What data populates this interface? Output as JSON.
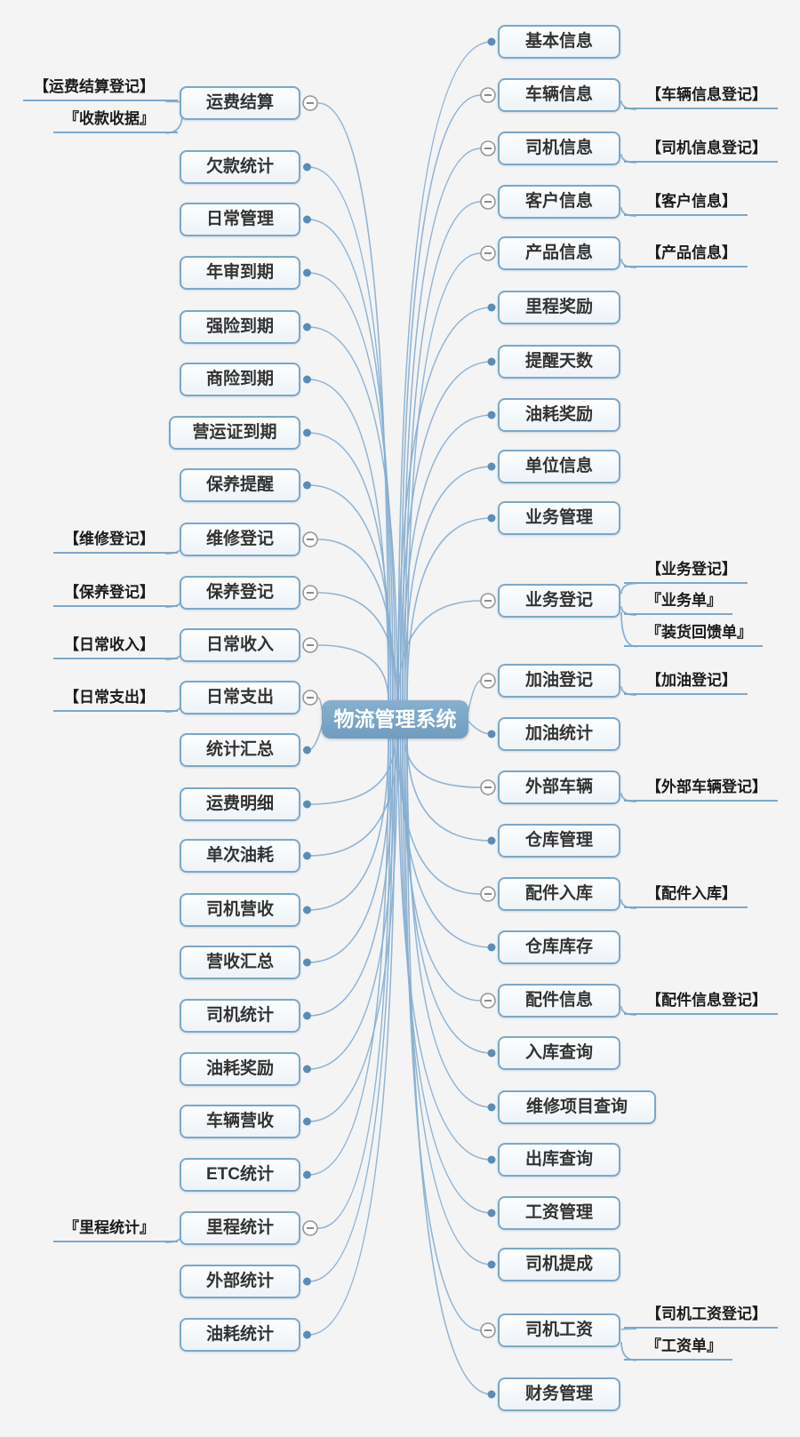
{
  "root": {
    "label": "物流管理系统"
  },
  "left_nodes": [
    {
      "label": "运费结算",
      "connector": "minus",
      "children": [
        "【运费结算登记】",
        "『收款收据』"
      ]
    },
    {
      "label": "欠款统计",
      "connector": "dot"
    },
    {
      "label": "日常管理",
      "connector": "dot"
    },
    {
      "label": "年审到期",
      "connector": "dot"
    },
    {
      "label": "强险到期",
      "connector": "dot"
    },
    {
      "label": "商险到期",
      "connector": "dot"
    },
    {
      "label": "营运证到期",
      "connector": "dot"
    },
    {
      "label": "保养提醒",
      "connector": "dot"
    },
    {
      "label": "维修登记",
      "connector": "minus",
      "children": [
        "【维修登记】"
      ]
    },
    {
      "label": "保养登记",
      "connector": "minus",
      "children": [
        "【保养登记】"
      ]
    },
    {
      "label": "日常收入",
      "connector": "minus",
      "children": [
        "【日常收入】"
      ]
    },
    {
      "label": "日常支出",
      "connector": "minus",
      "children": [
        "【日常支出】"
      ]
    },
    {
      "label": "统计汇总",
      "connector": "dot"
    },
    {
      "label": "运费明细",
      "connector": "dot"
    },
    {
      "label": "单次油耗",
      "connector": "dot"
    },
    {
      "label": "司机营收",
      "connector": "dot"
    },
    {
      "label": "营收汇总",
      "connector": "dot"
    },
    {
      "label": "司机统计",
      "connector": "dot"
    },
    {
      "label": "油耗奖励",
      "connector": "dot"
    },
    {
      "label": "车辆营收",
      "connector": "dot"
    },
    {
      "label": "ETC统计",
      "connector": "dot"
    },
    {
      "label": "里程统计",
      "connector": "minus",
      "children": [
        "『里程统计』"
      ]
    },
    {
      "label": "外部统计",
      "connector": "dot"
    },
    {
      "label": "油耗统计",
      "connector": "dot"
    }
  ],
  "right_nodes": [
    {
      "label": "基本信息",
      "connector": "dot"
    },
    {
      "label": "车辆信息",
      "connector": "minus",
      "children": [
        "【车辆信息登记】"
      ]
    },
    {
      "label": "司机信息",
      "connector": "minus",
      "children": [
        "【司机信息登记】"
      ]
    },
    {
      "label": "客户信息",
      "connector": "minus",
      "children": [
        "【客户信息】"
      ]
    },
    {
      "label": "产品信息",
      "connector": "minus",
      "children": [
        "【产品信息】"
      ]
    },
    {
      "label": "里程奖励",
      "connector": "dot"
    },
    {
      "label": "提醒天数",
      "connector": "dot"
    },
    {
      "label": "油耗奖励",
      "connector": "dot"
    },
    {
      "label": "单位信息",
      "connector": "dot"
    },
    {
      "label": "业务管理",
      "connector": "dot"
    },
    {
      "label": "业务登记",
      "connector": "minus",
      "children": [
        "【业务登记】",
        "『业务单』",
        "『装货回馈单』"
      ]
    },
    {
      "label": "加油登记",
      "connector": "minus",
      "children": [
        "【加油登记】"
      ]
    },
    {
      "label": "加油统计",
      "connector": "dot"
    },
    {
      "label": "外部车辆",
      "connector": "minus",
      "children": [
        "【外部车辆登记】"
      ]
    },
    {
      "label": "仓库管理",
      "connector": "dot"
    },
    {
      "label": "配件入库",
      "connector": "minus",
      "children": [
        "【配件入库】"
      ]
    },
    {
      "label": "仓库库存",
      "connector": "dot"
    },
    {
      "label": "配件信息",
      "connector": "minus",
      "children": [
        "【配件信息登记】"
      ]
    },
    {
      "label": "入库查询",
      "connector": "dot"
    },
    {
      "label": "维修项目查询",
      "connector": "dot"
    },
    {
      "label": "出库查询",
      "connector": "dot"
    },
    {
      "label": "工资管理",
      "connector": "dot"
    },
    {
      "label": "司机提成",
      "connector": "dot"
    },
    {
      "label": "司机工资",
      "connector": "minus",
      "children": [
        "【司机工资登记】",
        "『工资单』"
      ]
    },
    {
      "label": "财务管理",
      "connector": "dot"
    }
  ],
  "colors": {
    "background": "#f4f4f5",
    "node_border": "#7ba8ca",
    "node_fill": "#f3f7fb",
    "edge_line": "#86aed0",
    "root_fill": "#79a5c6",
    "root_text": "#ffffff",
    "dot": "#5b8cb8",
    "collapse_icon_border": "#979797",
    "node_text": "#333333",
    "child_text": "#1b1b1b"
  }
}
